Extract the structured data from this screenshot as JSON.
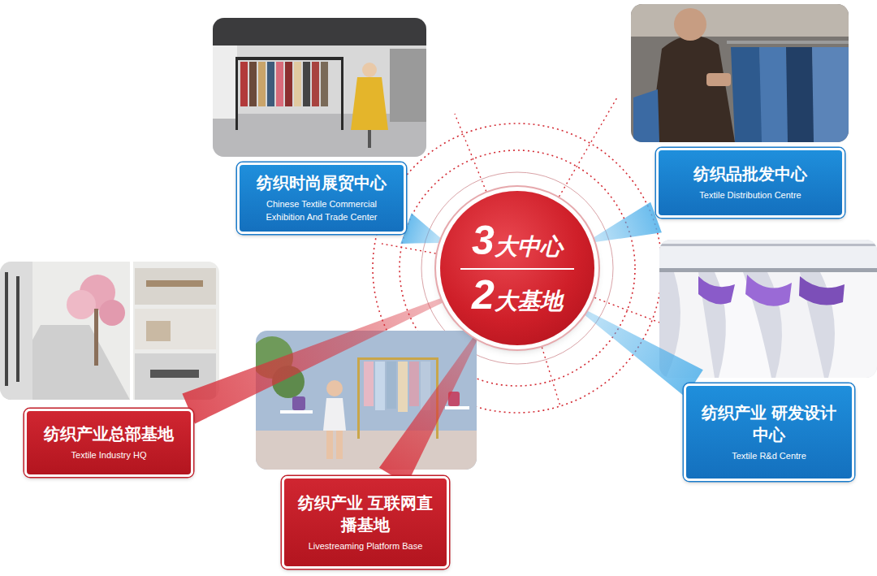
{
  "diagram": {
    "nodes": [
      {
        "text": [
          "3大中心",
          "2大基地"
        ]
      },
      {
        "text": [
          "纺织时尚展贸中心",
          "Chinese Textile Commercial Exhibition And Trade Center"
        ]
      },
      {
        "text": [
          "纺织品批发中心",
          "Textile Distribution Centre"
        ]
      },
      {
        "text": [
          "纺织产业总部基地",
          "Textile Industry HQ"
        ]
      },
      {
        "text": [
          "纺织产业 研发设计中心",
          "Textile R&d Centre"
        ]
      },
      {
        "text": [
          "纺织产业 互联网直播基地",
          "Livestreaming Platform Base"
        ]
      }
    ],
    "edges": [
      {
        "from": 1,
        "to": 0,
        "arrow": "none"
      },
      {
        "from": 2,
        "to": 0,
        "arrow": "none"
      },
      {
        "from": 3,
        "to": 0,
        "arrow": "none"
      },
      {
        "from": 4,
        "to": 0,
        "arrow": "none"
      },
      {
        "from": 5,
        "to": 0,
        "arrow": "none"
      }
    ]
  }
}
